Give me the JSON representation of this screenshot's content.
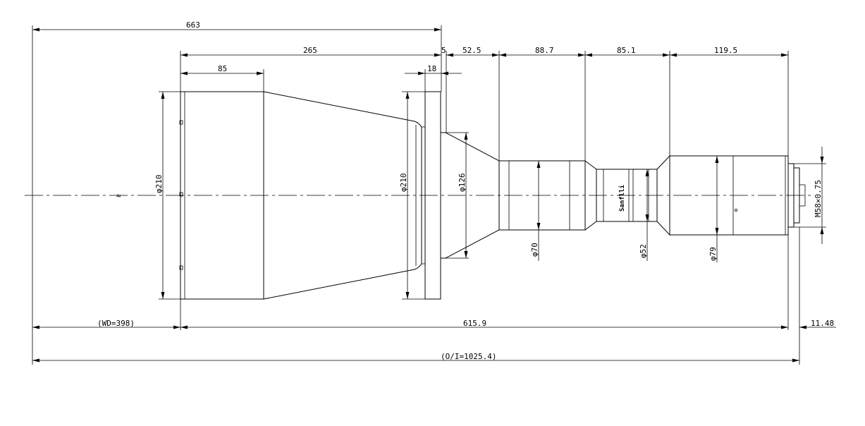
{
  "colors": {
    "line": "#000000",
    "background": "#ffffff"
  },
  "dimensions": {
    "total_top": "663",
    "body_length": "265",
    "front_section": "85",
    "gap_small": "5",
    "flange": "18",
    "seg_1": "52.5",
    "seg_2": "88.7",
    "seg_3": "85.1",
    "seg_4": "119.5",
    "working_distance": "(WD=398)",
    "lens_length": "615.9",
    "back_focus": "11.48",
    "object_to_image": "(O/I=1025.4)"
  },
  "diameters": {
    "front": "φ210",
    "flange": "φ210",
    "cone": "φ126",
    "barrel_1": "φ70",
    "barrel_2": "φ52",
    "barrel_3": "φ79",
    "mount": "M58×0.75"
  },
  "labels": {
    "brand_marking": "Sanflli",
    "break_symbol": "≈"
  }
}
